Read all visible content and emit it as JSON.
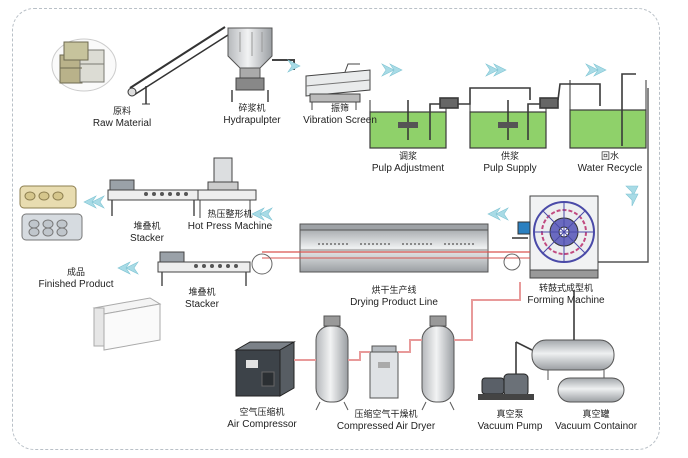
{
  "labels": {
    "raw_material": {
      "cn": "原料",
      "en": "Raw Material"
    },
    "hydrapulpter": {
      "cn": "碎浆机",
      "en": "Hydrapulpter"
    },
    "vibration_screen": {
      "cn": "振筛",
      "en": "Vibration Screen"
    },
    "pulp_adjustment": {
      "cn": "调浆",
      "en": "Pulp Adjustment"
    },
    "pulp_supply": {
      "cn": "供浆",
      "en": "Pulp Supply"
    },
    "water_recycle": {
      "cn": "回水",
      "en": "Water Recycle"
    },
    "stacker_top": {
      "cn": "堆叠机",
      "en": "Stacker"
    },
    "hot_press": {
      "cn": "热压整形机",
      "en": "Hot Press Machine"
    },
    "finished_product": {
      "cn": "成品",
      "en": "Finished Product"
    },
    "stacker_bottom": {
      "cn": "堆叠机",
      "en": "Stacker"
    },
    "drying_line": {
      "cn": "烘干生产线",
      "en": "Drying Product Line"
    },
    "forming_machine": {
      "cn": "转鼓式成型机",
      "en": "Forming Machine"
    },
    "air_compressor": {
      "cn": "空气压缩机",
      "en": "Air Compressor"
    },
    "air_dryer": {
      "cn": "压缩空气干燥机",
      "en": "Compressed Air Dryer"
    },
    "vacuum_pump": {
      "cn": "真空泵",
      "en": "Vacuum Pump"
    },
    "vacuum_container": {
      "cn": "真空罐",
      "en": "Vacuum Containor"
    }
  },
  "colors": {
    "arrow": "#a8dbe6",
    "water": "#8fd16a",
    "pipe": "#3c3c3c",
    "air_line": "#e89a9a",
    "drum": "#4a4aa8",
    "frame": "#b9c0c7"
  },
  "icons": [
    "arrow-right-icon",
    "arrow-left-icon",
    "arrow-down-icon"
  ]
}
